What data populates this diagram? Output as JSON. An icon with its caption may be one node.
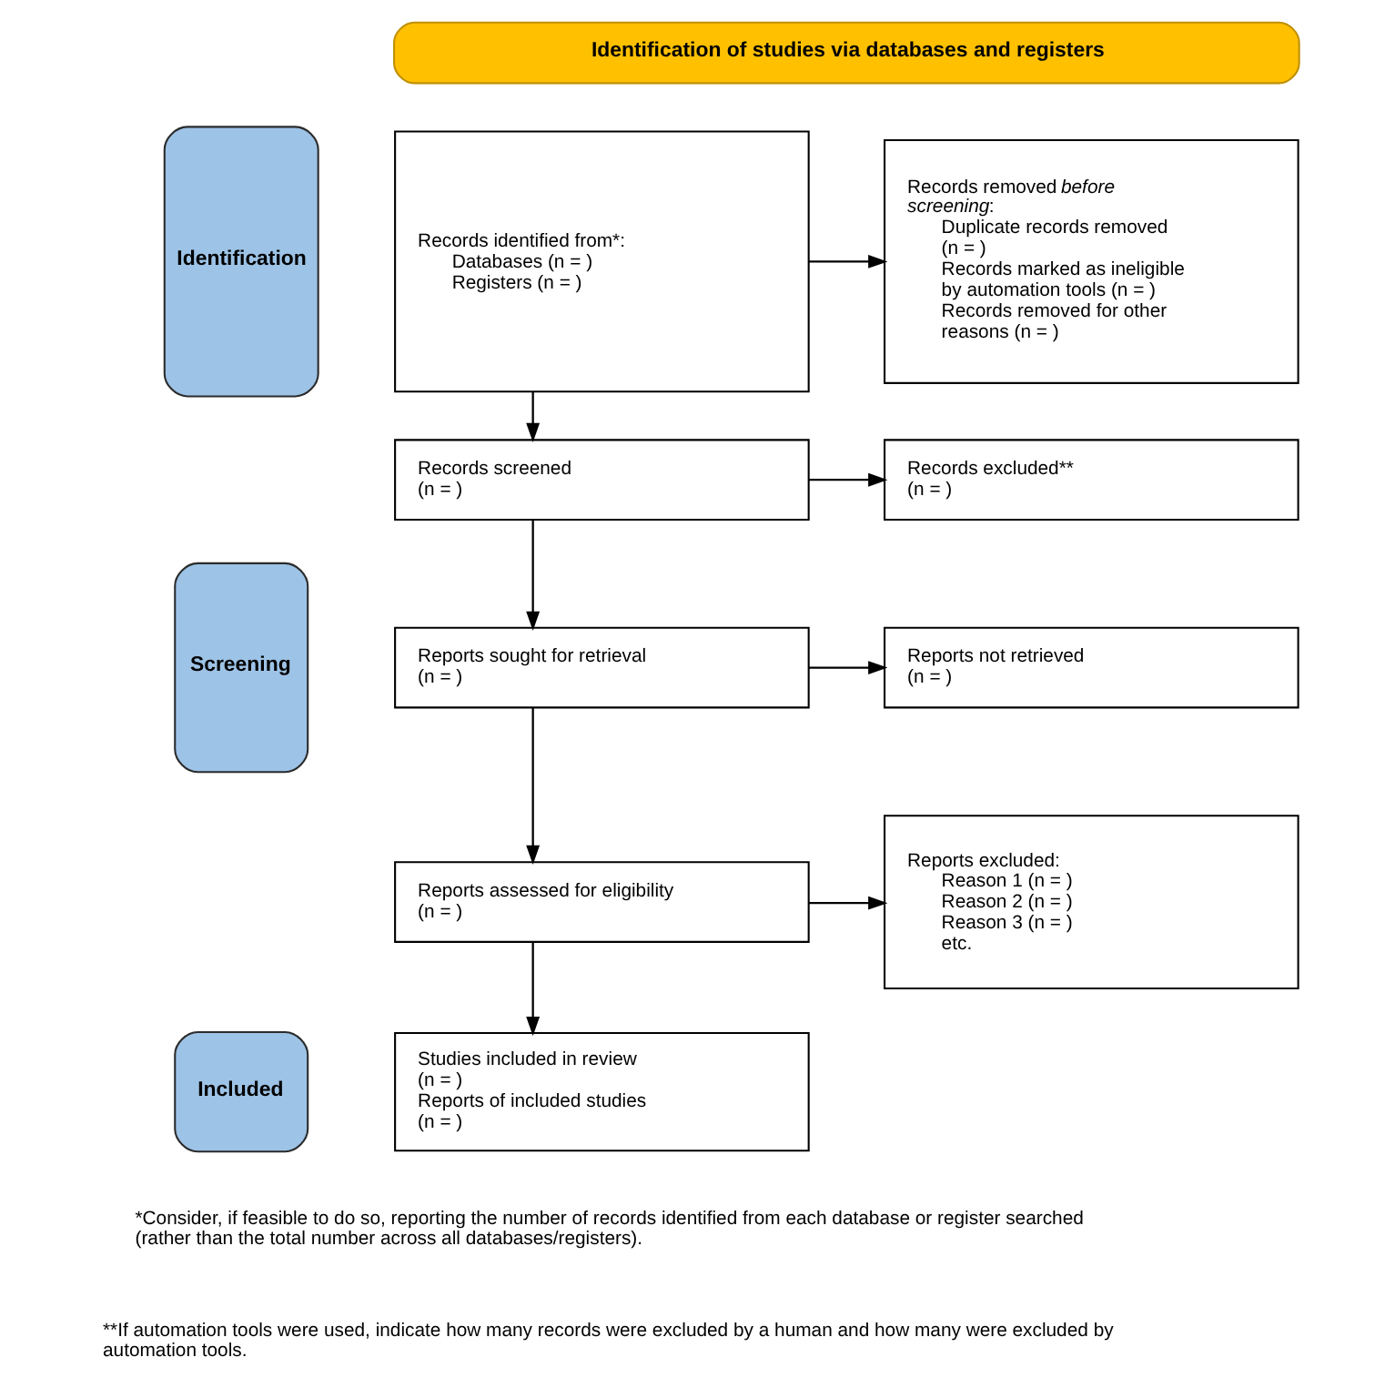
{
  "diagram": {
    "nodes": [
      {
        "text": [
          "Identification of studies via databases and registers"
        ]
      },
      {
        "text": [
          "Identification"
        ]
      },
      {
        "text": [
          "Records identified from*:",
          "Databases (n = )",
          "Registers (n = )"
        ]
      },
      {
        "text": [
          "Records removed *before screening*:",
          "Duplicate records removed (n = )",
          "Records marked as ineligible by automation tools (n = )",
          "Records removed for other reasons (n = )"
        ]
      },
      {
        "text": [
          "Screening"
        ]
      },
      {
        "text": [
          "Records screened",
          "(n = )"
        ]
      },
      {
        "text": [
          "Records excluded**",
          "(n = )"
        ]
      },
      {
        "text": [
          "Reports sought for retrieval",
          "(n = )"
        ]
      },
      {
        "text": [
          "Reports not retrieved",
          "(n = )"
        ]
      },
      {
        "text": [
          "Reports assessed for eligibility",
          "(n = )"
        ]
      },
      {
        "text": [
          "Reports excluded:",
          "Reason 1 (n = )",
          "Reason 2 (n = )",
          "Reason 3 (n = )",
          "etc."
        ]
      },
      {
        "text": [
          "Included"
        ]
      },
      {
        "text": [
          "Studies included in review",
          "(n = )",
          "Reports of included studies",
          "(n = )"
        ]
      }
    ],
    "edges": [
      {
        "from": 2,
        "to": 3,
        "arrow": "to"
      },
      {
        "from": 2,
        "to": 5,
        "arrow": "to"
      },
      {
        "from": 5,
        "to": 6,
        "arrow": "to"
      },
      {
        "from": 5,
        "to": 7,
        "arrow": "to"
      },
      {
        "from": 7,
        "to": 8,
        "arrow": "to"
      },
      {
        "from": 7,
        "to": 9,
        "arrow": "to"
      },
      {
        "from": 9,
        "to": 10,
        "arrow": "to"
      },
      {
        "from": 9,
        "to": 12,
        "arrow": "to"
      }
    ],
    "labels": [
      "*Consider, if feasible to do so, reporting the number of records identified from each database or register searched (rather than the total number across all databases/registers).",
      "**If automation tools were used, indicate how many records were excluded by a human and how many were excluded by automation tools."
    ]
  }
}
